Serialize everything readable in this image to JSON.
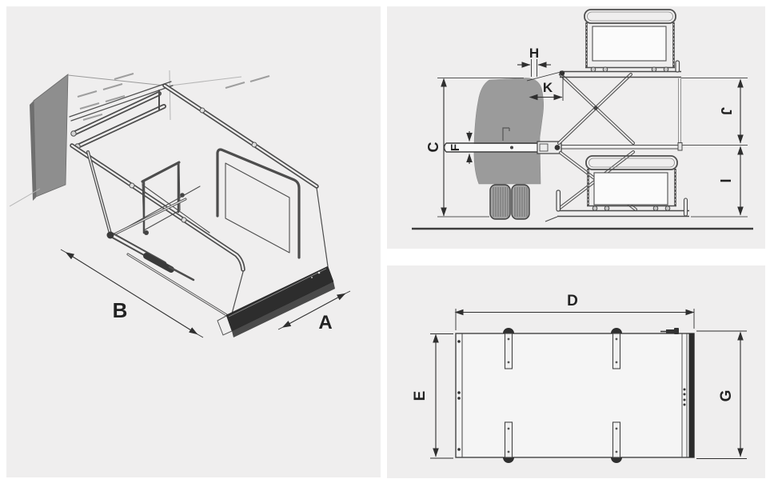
{
  "dims": {
    "A": "A",
    "B": "B",
    "C": "C",
    "D": "D",
    "E": "E",
    "F": "F",
    "G": "G",
    "H": "H",
    "I": "I",
    "J": "J",
    "K": "K"
  },
  "colors": {
    "panel_bg": "#efeeee",
    "frame_line": "#4d4d4d",
    "dim_line": "#2f2f2f",
    "dark_fill": "#2d2d2d",
    "plate_gray": "#8e8e8e",
    "body_gray": "#9b9b9b",
    "ground": "#3c3c3c"
  }
}
